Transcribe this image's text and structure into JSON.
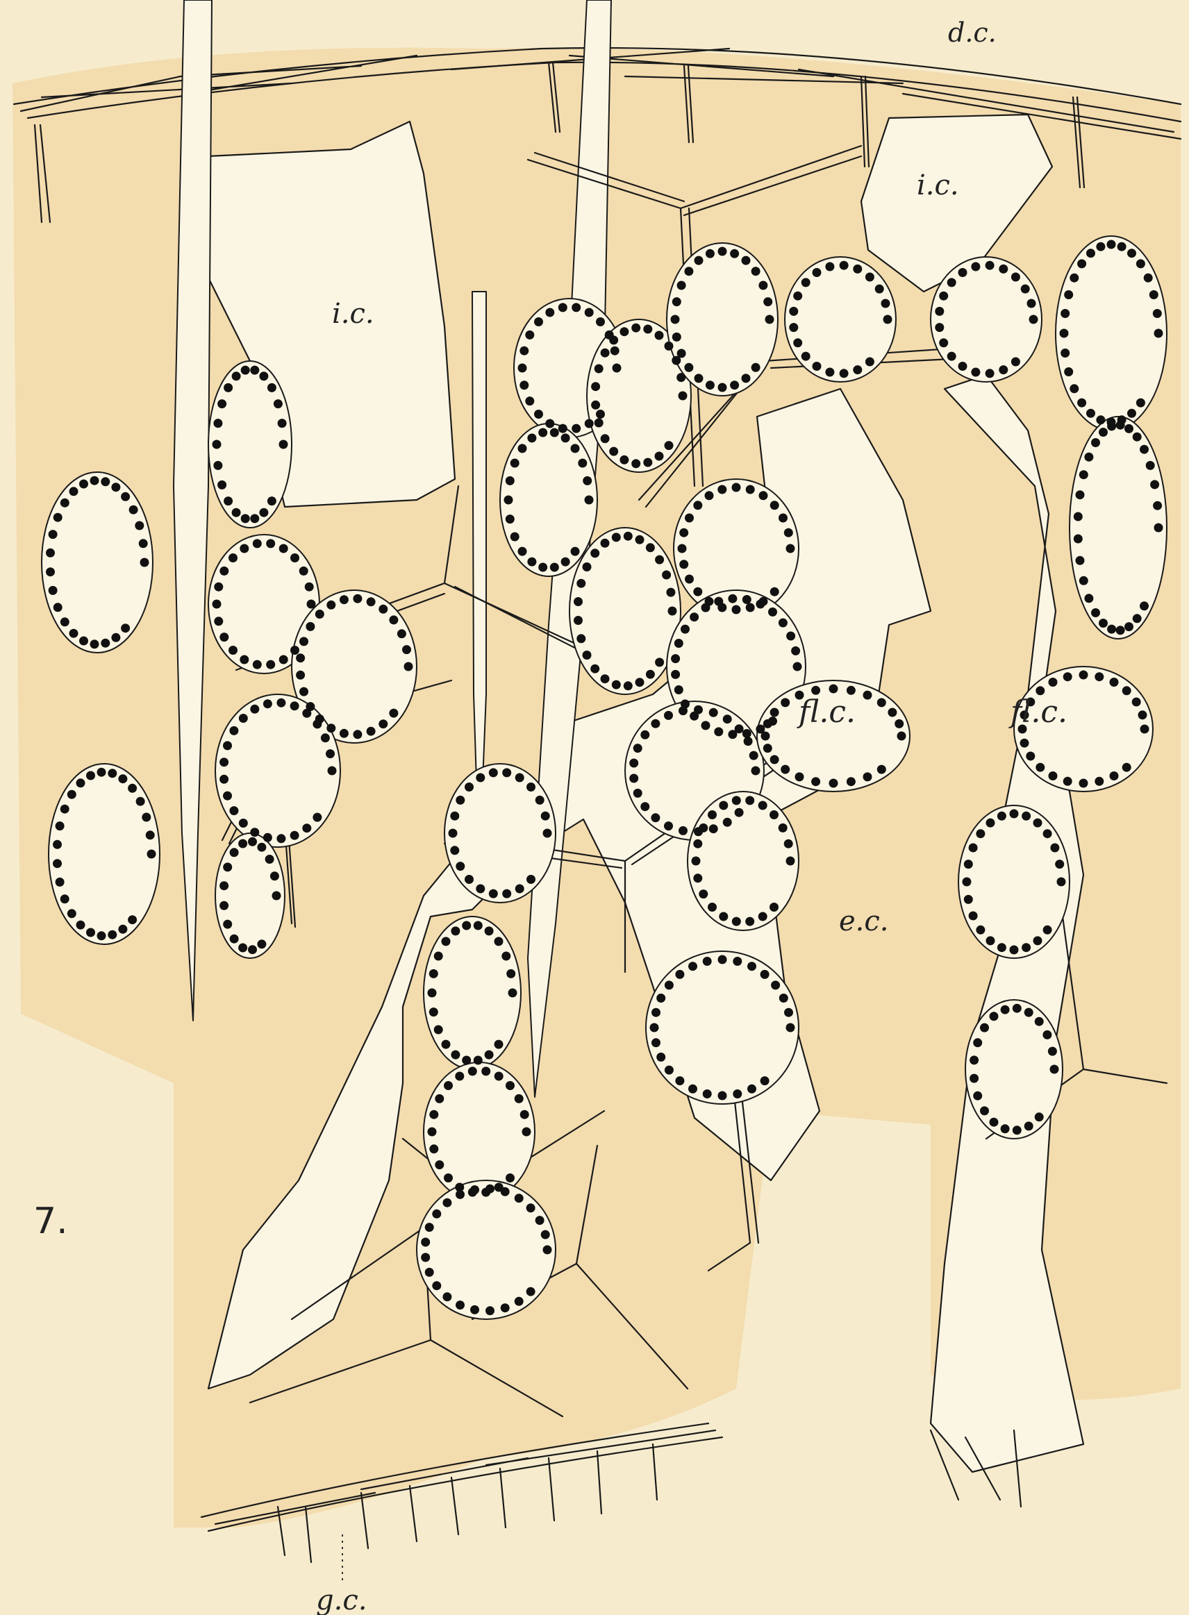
{
  "figure": {
    "number": "7.",
    "labels": {
      "dermal_cortex": "d.c.",
      "inhalant_canal_left": "i.c.",
      "inhalant_canal_right": "i.c.",
      "flagellated_chamber_left": "fl.c.",
      "flagellated_chamber_right": "fl.c.",
      "exhalant_canal": "e.c.",
      "gastral_cortex": "g.c."
    }
  },
  "colors": {
    "background": "#f6eccd",
    "tissue": "#f3dcae",
    "canal": "#fbf6e4",
    "ink": "#1a1a1a"
  }
}
